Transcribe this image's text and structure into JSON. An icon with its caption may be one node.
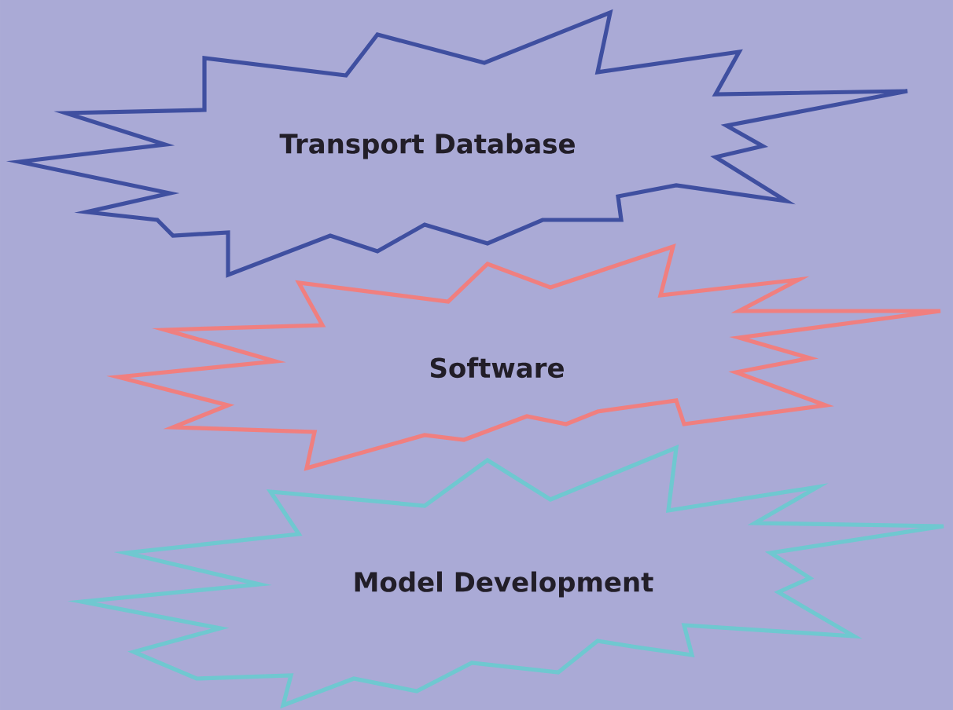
{
  "diagram": {
    "nodes": [
      {
        "text": [
          "Transport Database"
        ]
      },
      {
        "text": [
          "Software"
        ]
      },
      {
        "text": [
          "Model Development"
        ]
      }
    ]
  }
}
